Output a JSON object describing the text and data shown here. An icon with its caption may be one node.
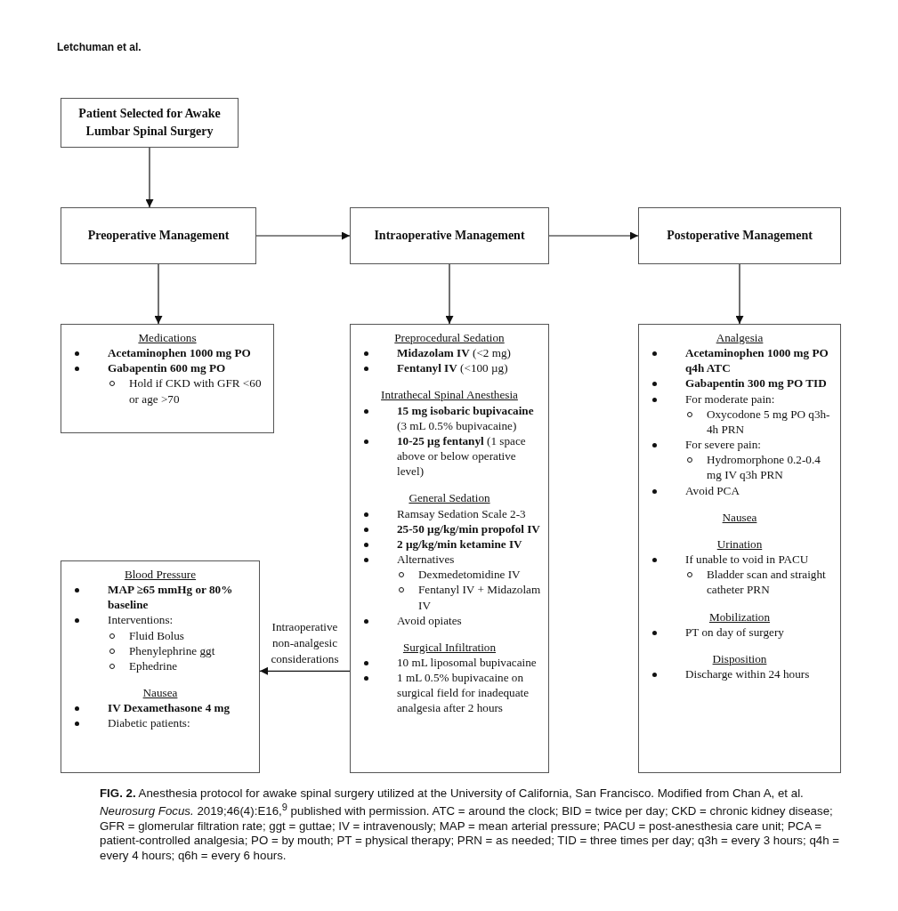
{
  "diagram": {
    "caption": "**FIG. 2.** Anesthesia protocol for awake spinal surgery utilized at the University of California, San Francisco. Modified from Chan A, et al. *Neurosurg Focus.* 2019;46(4):E16,$^{9}$ published with permission. ATC = around the clock; BID = twice per day; CKD = chronic kidney disease; GFR = glomerular filtration rate; ggt = guttae; IV = intravenously; MAP = mean arterial pressure; PACU = post-anesthesia care unit; PCA = patient-controlled analgesia; PO = by mouth; PT = physical therapy; PRN = as needed; TID = three times per day; q3h = every 3 hours; q4h = every 4 hours; q6h = every 6 hours.",
    "nodes": [
      {
        "text": [
          "Patient Selected for Awake Lumbar Spinal Surgery"
        ]
      },
      {
        "text": [
          "Preoperative Management"
        ]
      },
      {
        "text": [
          "Intraoperative Management"
        ]
      },
      {
        "text": [
          "Postoperative Management"
        ]
      },
      {
        "text": [
          "Medications",
          "Acetaminophen 1000 mg PO",
          "Gabapentin 600 mg PO",
          "Hold if CKD with GFR <60 or age >70"
        ]
      },
      {
        "text": [
          "Preprocedural Sedation",
          "**Midazolam IV** (<2 mg)",
          "**Fentanyl IV** (<100 µg)",
          "Intrathecal Spinal Anesthesia",
          "**15 mg isobaric bupivacaine** (3 mL 0.5% bupivacaine)",
          "**10-25 µg fentanyl** (1 space above or below operative level)",
          "General Sedation",
          "Ramsay Sedation Scale 2-3",
          "25-50 µg/kg/min propofol IV",
          "2 µg/kg/min ketamine IV",
          "Alternatives",
          "Dexmedetomidine IV",
          "Fentanyl IV + Midazolam IV",
          "Avoid opiates",
          "Surgical Infiltration",
          "10 mL liposomal bupivacaine",
          "1 mL 0.5% bupivacaine on surgical field for inadequate analgesia after 2 hours"
        ]
      },
      {
        "text": [
          "Analgesia",
          "Acetaminophen 1000 mg PO q4h ATC",
          "Gabapentin 300 mg PO TID",
          "For moderate pain:",
          "Oxycodone 5 mg PO q3h-4h PRN",
          "For severe pain:",
          "Hydromorphone 0.2-0.4 mg IV q3h PRN",
          "Avoid PCA",
          "Nausea",
          "Urination",
          "If unable to void in PACU",
          "Bladder scan and straight catheter PRN",
          "Mobilization",
          "PT on day of surgery",
          "Disposition",
          "Discharge within 24 hours"
        ]
      },
      {
        "text": [
          "Blood Pressure",
          "MAP ≥65 mmHg or 80% baseline",
          "Interventions:",
          "Fluid Bolus",
          "Phenylephrine ggt",
          "Ephedrine",
          "Nausea",
          "IV Dexamethasone 4 mg",
          "Diabetic patients:"
        ]
      }
    ],
    "edges": [
      {
        "from": 0,
        "to": 1,
        "arrow": "to"
      },
      {
        "from": 1,
        "to": 2,
        "arrow": "to"
      },
      {
        "from": 2,
        "to": 3,
        "arrow": "to"
      },
      {
        "from": 1,
        "to": 4,
        "arrow": "to"
      },
      {
        "from": 2,
        "to": 5,
        "arrow": "to"
      },
      {
        "from": 3,
        "to": 6,
        "arrow": "to"
      },
      {
        "from": 5,
        "to": 7,
        "arrow": "to",
        "label": "Intraoperative non-analgesic considerations"
      }
    ],
    "labels": [
      "Letchuman et al."
    ]
  }
}
